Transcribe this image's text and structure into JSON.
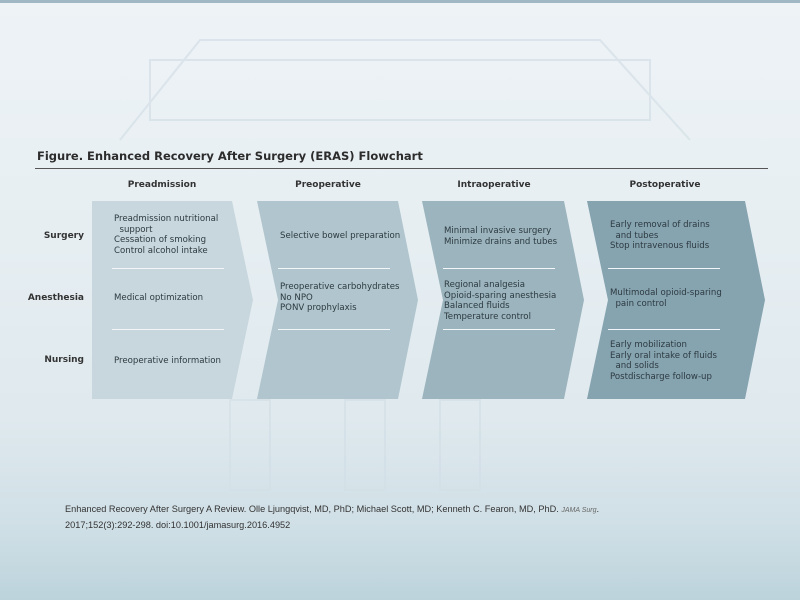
{
  "title": "Figure. Enhanced Recovery After Surgery (ERAS) Flowchart",
  "phases": [
    "Preadmission",
    "Preoperative",
    "Intraoperative",
    "Postoperative"
  ],
  "rows": [
    "Surgery",
    "Anesthesia",
    "Nursing"
  ],
  "colors": {
    "preadmission": "#c7d7dd",
    "preoperative": "#b0c5cd",
    "intraoperative": "#9bb4be",
    "postoperative": "#86a3b0"
  },
  "cells": {
    "preadmission": {
      "surgery": "Preadmission nutritional\n  support\nCessation of smoking\nControl alcohol intake",
      "anesthesia": "Medical optimization",
      "nursing": "Preoperative information"
    },
    "preoperative": {
      "surgery": "Selective bowel preparation",
      "anesthesia": "Preoperative carbohydrates\nNo NPO\nPONV prophylaxis"
    },
    "intraoperative": {
      "surgery": "Minimal invasive surgery\nMinimize drains and tubes",
      "anesthesia": "Regional analgesia\nOpioid-sparing anesthesia\nBalanced fluids\nTemperature control"
    },
    "postoperative": {
      "surgery": "Early removal of drains\n  and tubes\nStop intravenous fluids",
      "anesthesia": "Multimodal opioid-sparing\n  pain control",
      "nursing": "Early mobilization\nEarly oral intake of fluids\n  and solids\nPostdischarge follow-up"
    }
  },
  "citation": {
    "text": "Enhanced Recovery After  Surgery A  Review. Olle Ljungqvist, MD,  PhD; Michael Scott,  MD; Kenneth C. Fearon, MD,  PhD.",
    "journal": "JAMA Surg",
    "line2": "2017;152(3):292-298. doi:10.1001/jamasurg.2016.4952"
  }
}
